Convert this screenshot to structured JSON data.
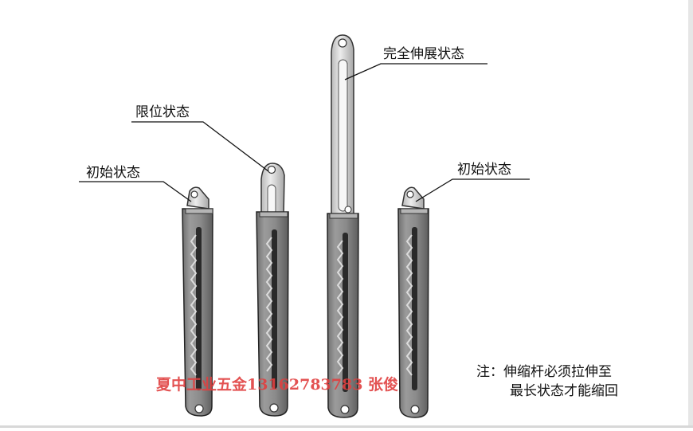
{
  "labels": {
    "initial_left": "初始状态",
    "limit": "限位状态",
    "fully_extended": "完全伸展状态",
    "initial_right": "初始状态"
  },
  "note": {
    "line1": "注：伸缩杆必须拉伸至",
    "line2": "最长状态才能缩回"
  },
  "watermark": "夏中工业五金13162783783 张俊",
  "colors": {
    "metal": "#8e8e8e",
    "metal_light": "#c9c9c9",
    "watermark": "#e04040"
  }
}
